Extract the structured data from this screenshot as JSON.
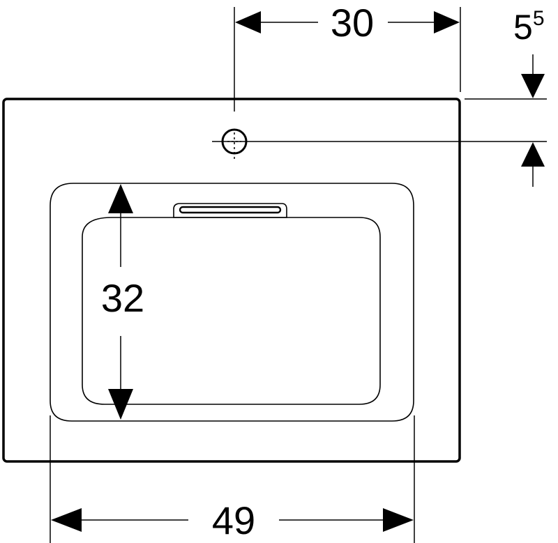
{
  "diagram": {
    "dimensions": {
      "tap_offset": {
        "value": "30"
      },
      "tap_edge_distance": {
        "base": "5",
        "superscript": "5"
      },
      "bowl_depth": {
        "value": "32"
      },
      "bowl_width": {
        "value": "49"
      }
    },
    "colors": {
      "line": "#000000",
      "background": "#ffffff"
    }
  }
}
